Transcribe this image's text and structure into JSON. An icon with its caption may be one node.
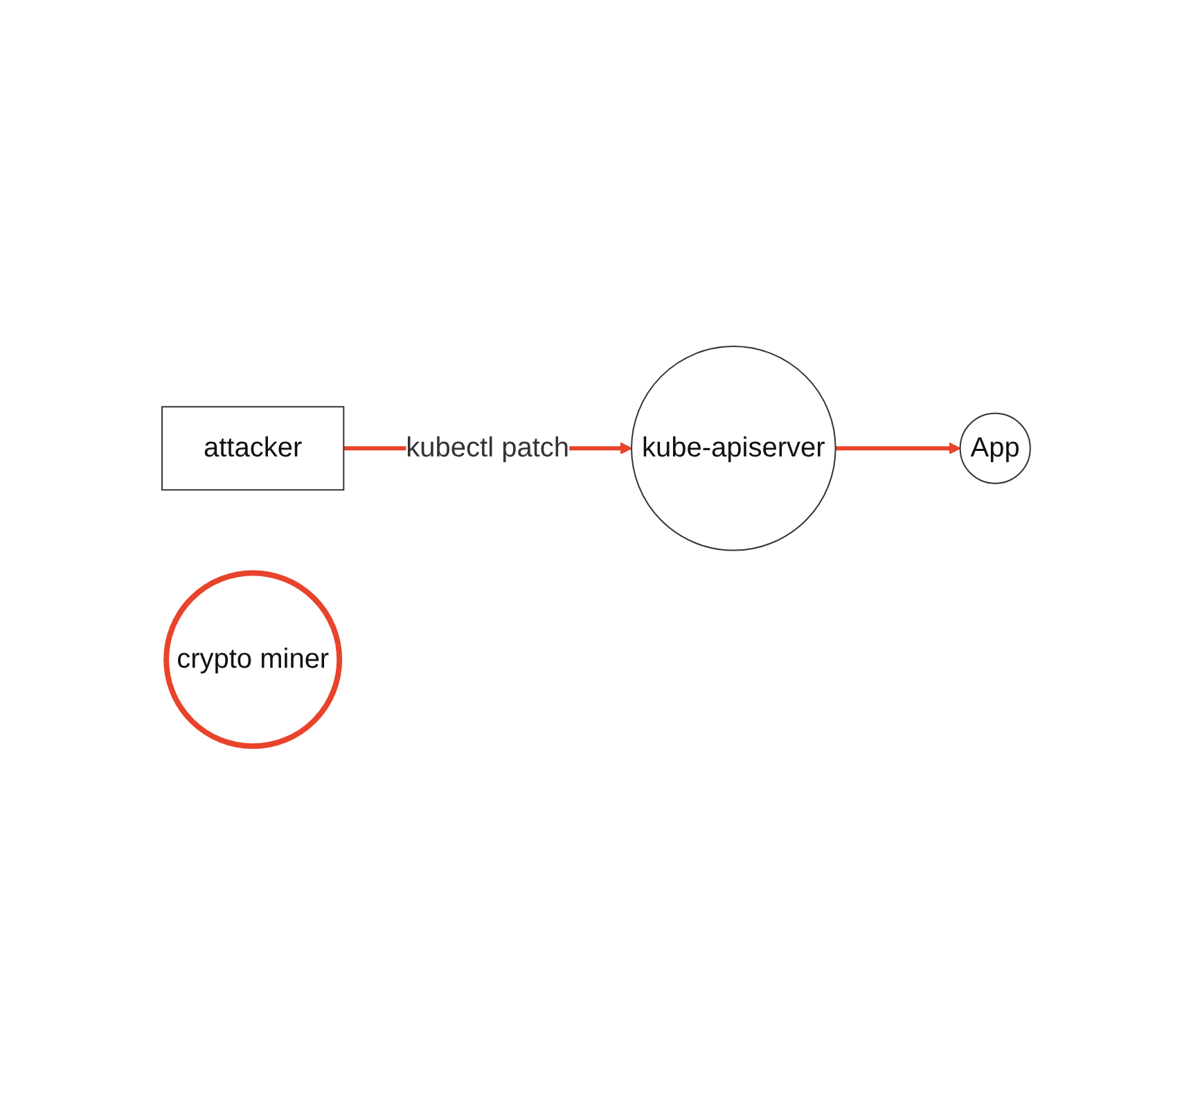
{
  "diagram": {
    "nodes": [
      {
        "text": [
          "attacker"
        ]
      },
      {
        "text": [
          "kube-apiserver"
        ]
      },
      {
        "text": [
          "App"
        ]
      },
      {
        "text": [
          "crypto miner"
        ]
      }
    ],
    "edges": [
      {
        "from": 0,
        "to": 1,
        "arrow": "to",
        "label": "kubectl patch"
      },
      {
        "from": 1,
        "to": 2,
        "arrow": "to"
      }
    ]
  }
}
